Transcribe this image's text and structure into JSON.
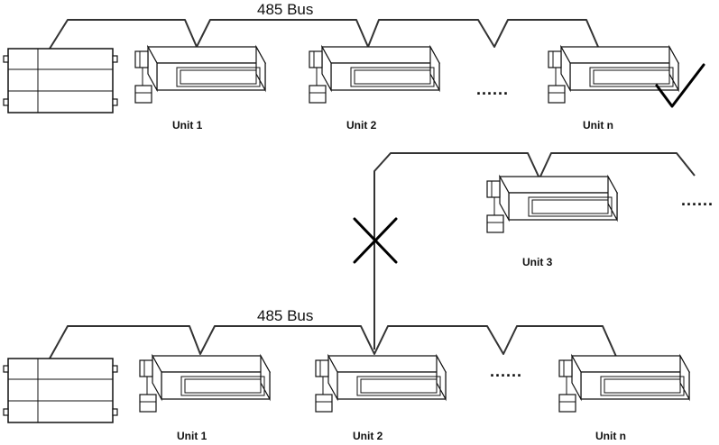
{
  "correct": {
    "bus_label": "485 Bus",
    "units": [
      "Unit 1",
      "Unit 2",
      "Unit n"
    ],
    "ellipsis": "......"
  },
  "branch": {
    "unit_label": "Unit 3",
    "ellipsis": "......"
  },
  "wrong": {
    "bus_label": "485 Bus",
    "units": [
      "Unit 1",
      "Unit 2",
      "Unit n"
    ],
    "ellipsis": "......"
  }
}
